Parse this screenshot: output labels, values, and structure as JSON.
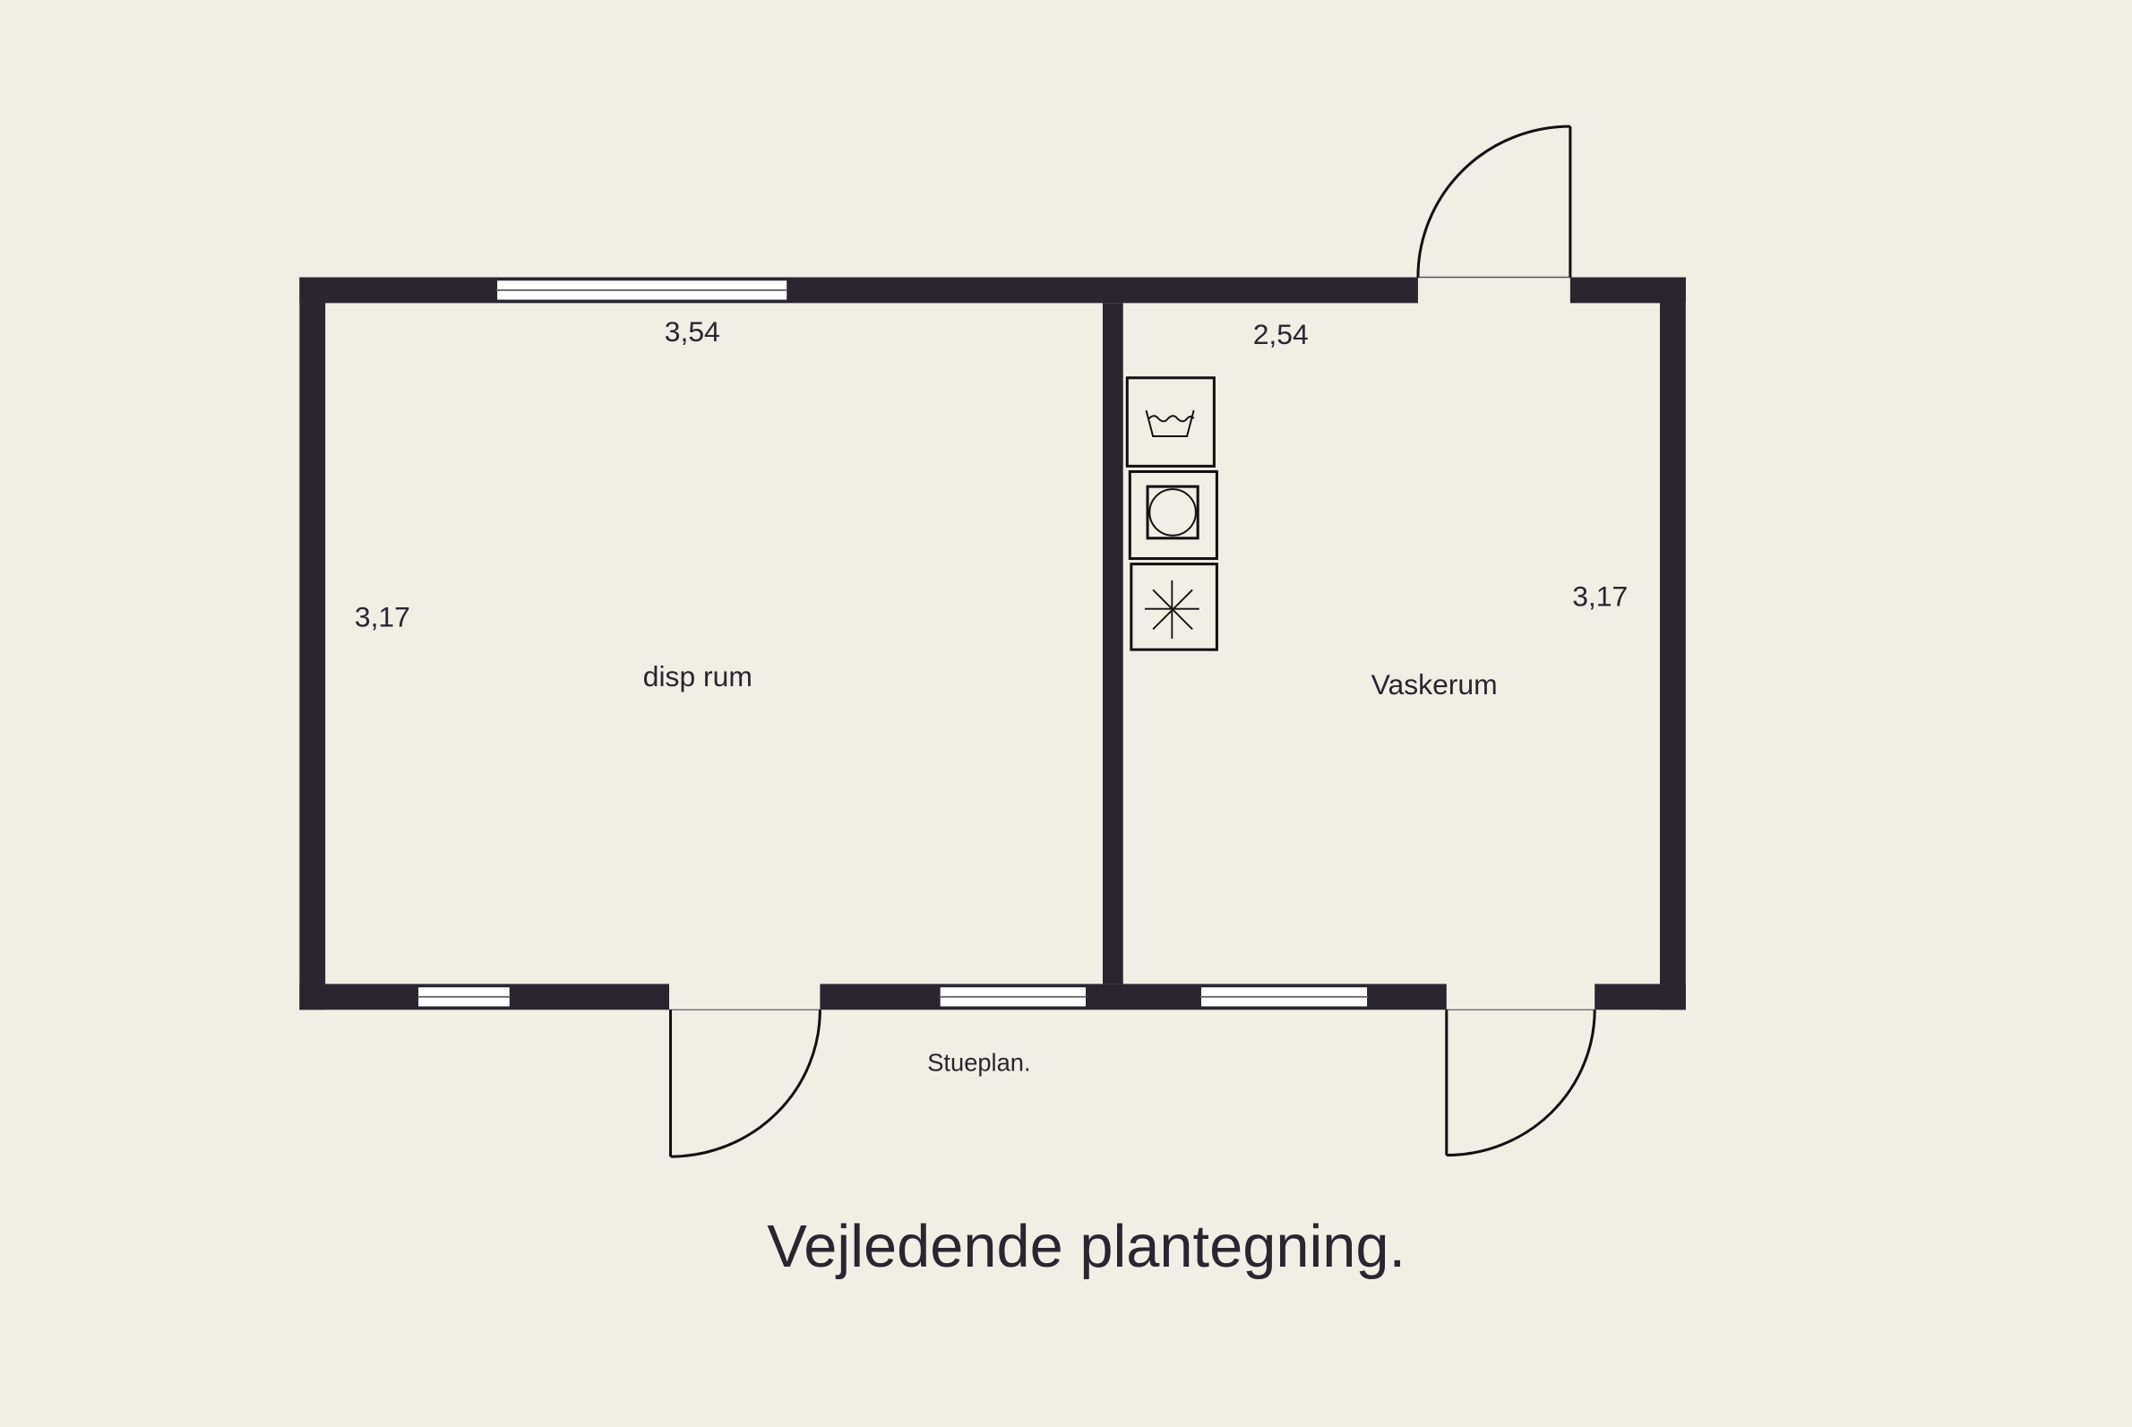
{
  "plan": {
    "title": "Vejledende plantegning.",
    "floor_label": "Stueplan.",
    "wall_color": "#2a2630",
    "background_color": "#efefe6",
    "rooms": [
      {
        "name": "disp rum",
        "width_label": "3,54",
        "depth_label": "3,17"
      },
      {
        "name": "Vaskerum",
        "width_label": "2,54",
        "depth_label": "3,17"
      }
    ],
    "appliances": [
      "sink-icon",
      "washing-machine-icon",
      "dryer-icon"
    ]
  }
}
